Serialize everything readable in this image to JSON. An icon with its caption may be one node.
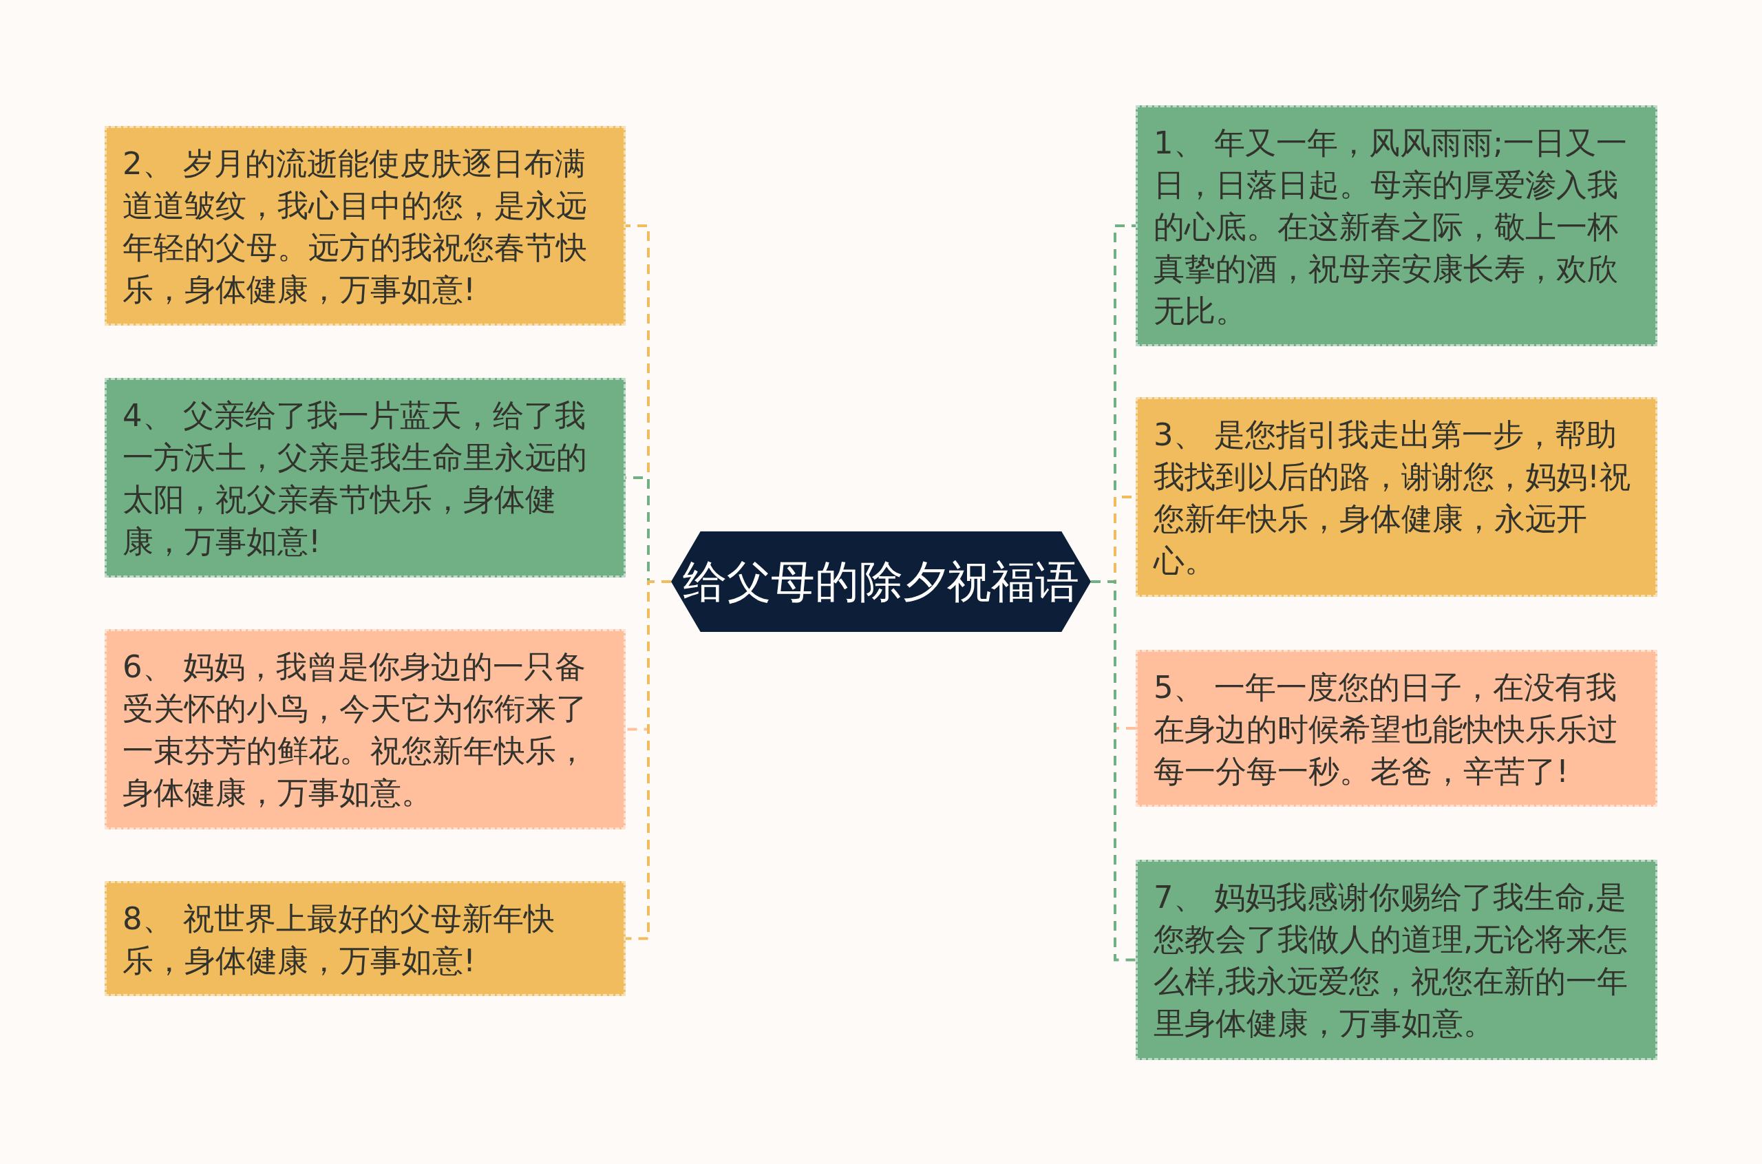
{
  "diagram": {
    "nodes": [
      {
        "text": [
          "给父母的除夕祝福语"
        ]
      },
      {
        "text": [
          "2、 岁月的流逝能使皮肤逐日布满道道皱纹，我心目中的您，是永远年轻的父母。远方的我祝您春节快乐，身体健康，万事如意!"
        ]
      },
      {
        "text": [
          "4、 父亲给了我一片蓝天，给了我一方沃土，父亲是我生命里永远的太阳，祝父亲春节快乐，身体健康，万事如意!"
        ]
      },
      {
        "text": [
          "6、 妈妈，我曾是你身边的一只备受关怀的小鸟，今天它为你衔来了一束芬芳的鲜花。祝您新年快乐，身体健康，万事如意。"
        ]
      },
      {
        "text": [
          "8、 祝世界上最好的父母新年快乐，身体健康，万事如意!"
        ]
      },
      {
        "text": [
          "1、 年又一年，风风雨雨;一日又一日，日落日起。母亲的厚爱渗入我的心底。在这新春之际，敬上一杯真挚的酒，祝母亲安康长寿，欢欣无比。"
        ]
      },
      {
        "text": [
          "3、 是您指引我走出第一步，帮助我找到以后的路，谢谢您，妈妈!祝您新年快乐，身体健康，永远开心。"
        ]
      },
      {
        "text": [
          "5、 一年一度您的日子，在没有我在身边的时候希望也能快快乐乐过每一分每一秒。老爸，辛苦了!"
        ]
      },
      {
        "text": [
          "7、 妈妈我感谢你赐给了我生命,是您教会了我做人的道理,无论将来怎么样,我永远爱您，祝您在新的一年里身体健康，万事如意。"
        ]
      }
    ],
    "edges": [
      {
        "from": 0,
        "to": 1,
        "arrow": "none",
        "style": "dashed",
        "color": "#f0bc5e"
      },
      {
        "from": 0,
        "to": 2,
        "arrow": "none",
        "style": "dashed",
        "color": "#70b084"
      },
      {
        "from": 0,
        "to": 3,
        "arrow": "none",
        "style": "dashed",
        "color": "#ffbf9c"
      },
      {
        "from": 0,
        "to": 4,
        "arrow": "none",
        "style": "dashed",
        "color": "#f0bc5e"
      },
      {
        "from": 0,
        "to": 5,
        "arrow": "none",
        "style": "dashed",
        "color": "#70b084"
      },
      {
        "from": 0,
        "to": 6,
        "arrow": "none",
        "style": "dashed",
        "color": "#f0bc5e"
      },
      {
        "from": 0,
        "to": 7,
        "arrow": "none",
        "style": "dashed",
        "color": "#ffbf9c"
      },
      {
        "from": 0,
        "to": 8,
        "arrow": "none",
        "style": "dashed",
        "color": "#70b084"
      }
    ]
  }
}
